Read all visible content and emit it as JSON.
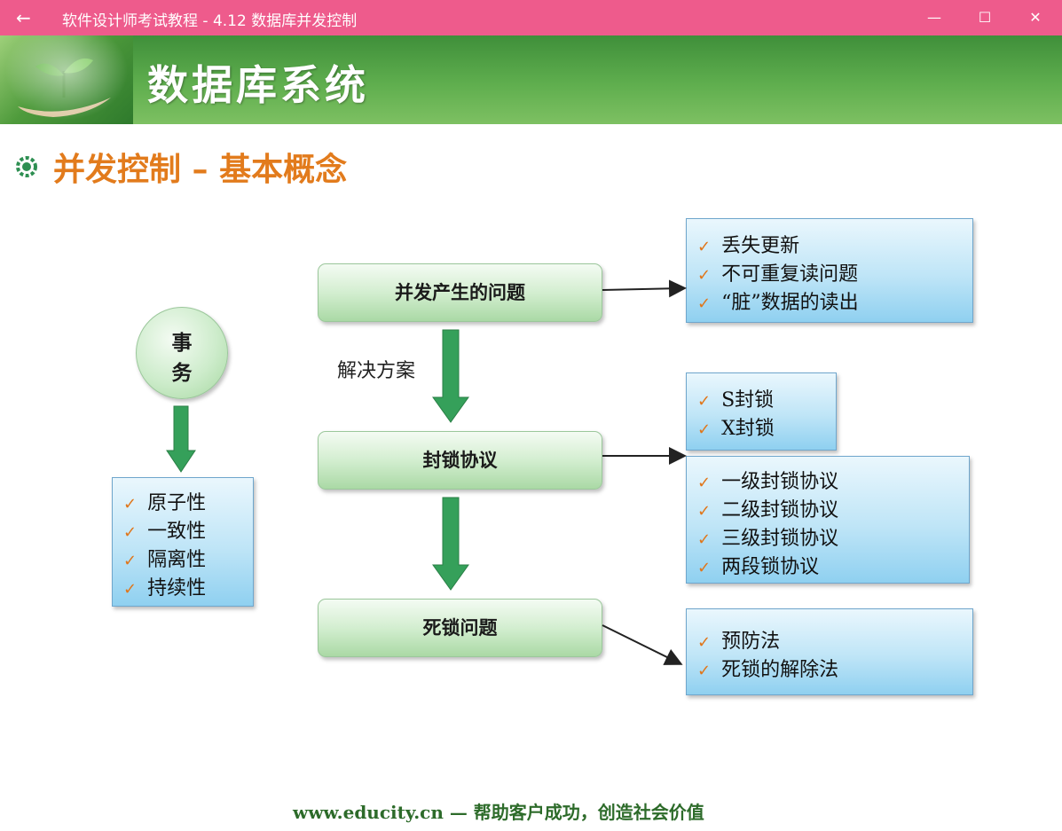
{
  "window": {
    "back_icon": "back-arrow-icon",
    "title": "软件设计师考试教程 - 4.12  数据库并发控制",
    "minimize_icon": "minimize-icon",
    "maximize_icon": "maximize-icon",
    "close_icon": "close-icon"
  },
  "slide": {
    "banner_title": "数据库系统",
    "heading": "并发控制 – 基本概念",
    "transaction": {
      "line1": "事",
      "line2": "务"
    },
    "acid": [
      "原子性",
      "一致性",
      "隔离性",
      "持续性"
    ],
    "problems_box": "并发产生的问题",
    "problems": [
      "丢失更新",
      "不可重复读问题",
      "“脏”数据的读出"
    ],
    "resolve_label": "解决方案",
    "locking_box": "封锁协议",
    "lock_types": [
      "S封锁",
      "X封锁"
    ],
    "lock_protocols": [
      "一级封锁协议",
      "二级封锁协议",
      "三级封锁协议",
      "两段锁协议"
    ],
    "deadlock_box": "死锁问题",
    "deadlock_solutions": [
      "预防法",
      "死锁的解除法"
    ],
    "footer": "www.educity.cn — 帮助客户成功，创造社会价值"
  },
  "colors": {
    "titlebar": "#ee5b8c",
    "heading": "#e27b1c",
    "arrow_green": "#35a05a",
    "check": "#e0761a"
  }
}
